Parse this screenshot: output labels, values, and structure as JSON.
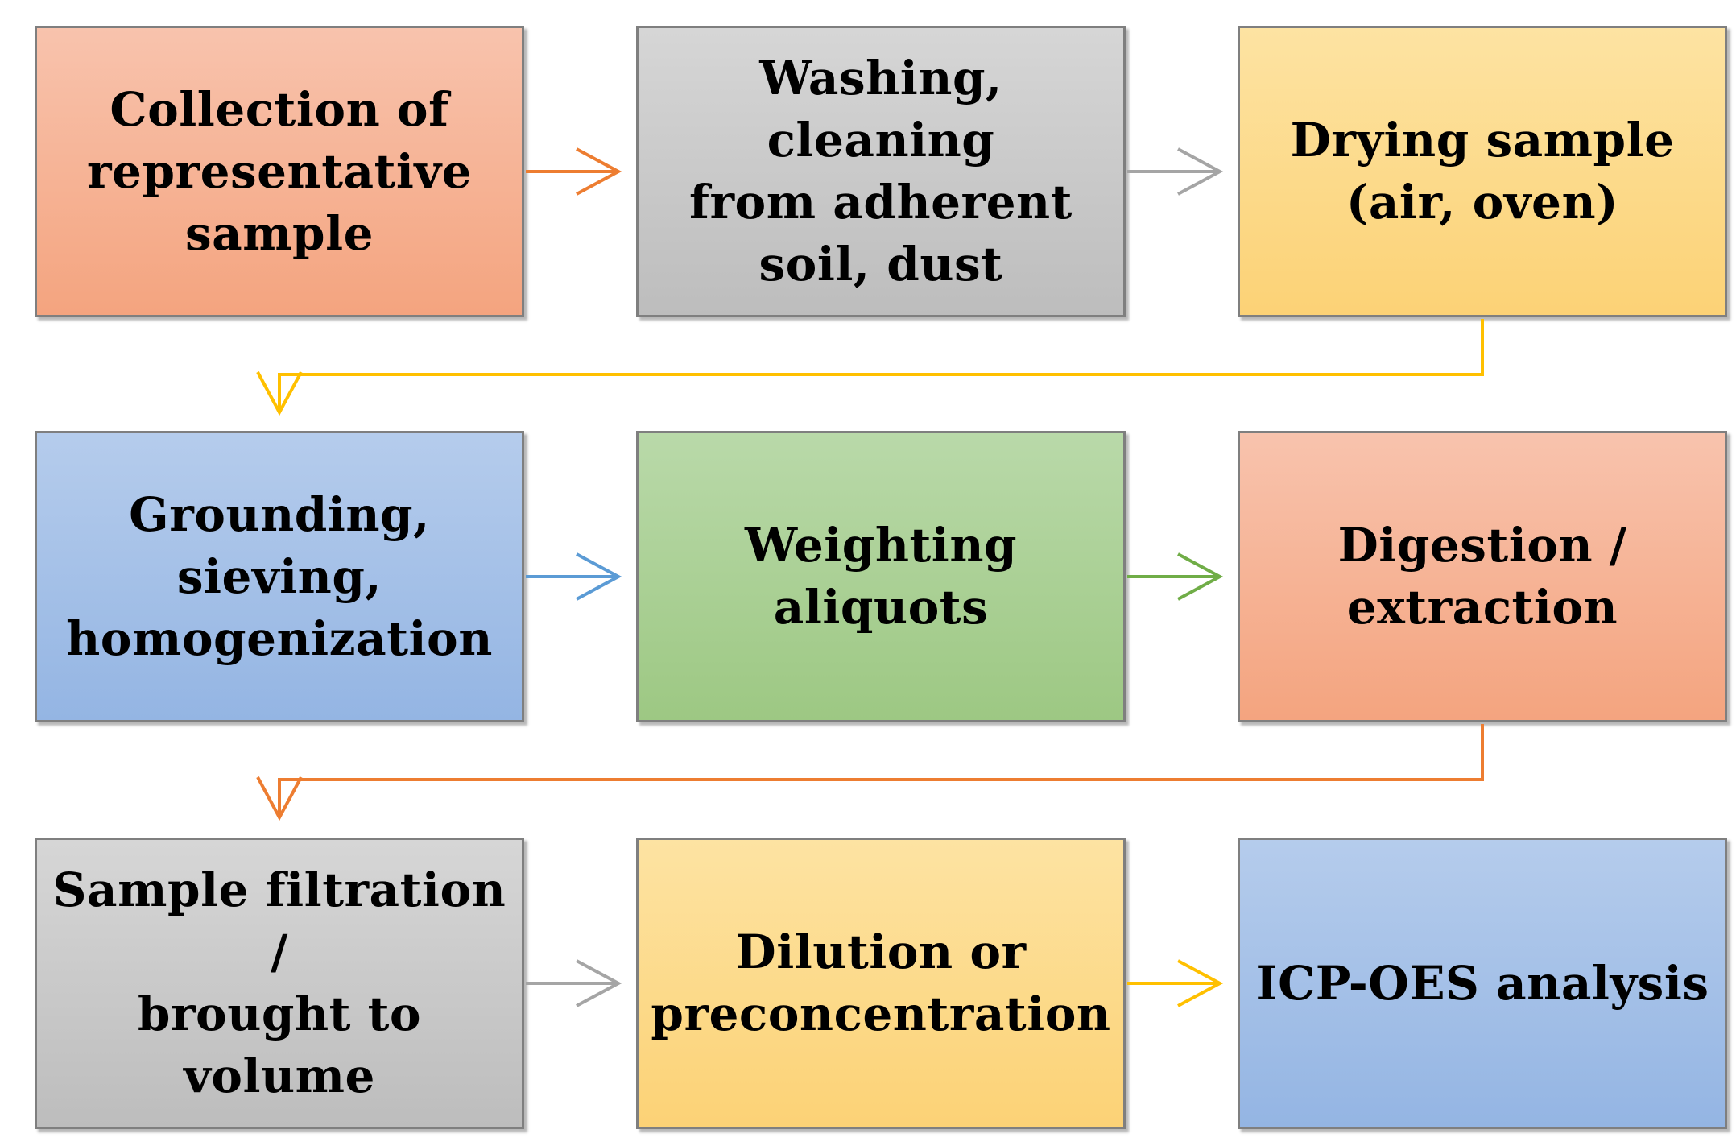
{
  "steps": [
    {
      "label": "Collection of\nrepresentative\nsample"
    },
    {
      "label": "Washing, cleaning\nfrom adherent\nsoil, dust"
    },
    {
      "label": "Drying sample\n(air, oven)"
    },
    {
      "label": "Grounding,\nsieving,\nhomogenization"
    },
    {
      "label": "Weighting\naliquots"
    },
    {
      "label": "Digestion /\nextraction"
    },
    {
      "label": "Sample filtration /\nbrought to\nvolume"
    },
    {
      "label": "Dilution or\npreconcentration"
    },
    {
      "label": "ICP-OES analysis"
    }
  ],
  "colors": {
    "salmon": "#f4a47f",
    "gray": "#bfbfbf",
    "yellow": "#fcd276",
    "blue": "#94b5e3",
    "green": "#9dc883",
    "arrow_orange": "#ed7d31",
    "arrow_gray": "#a5a5a5",
    "arrow_yellow": "#ffc000",
    "arrow_blue": "#5b9bd5",
    "arrow_green": "#70ad47"
  }
}
